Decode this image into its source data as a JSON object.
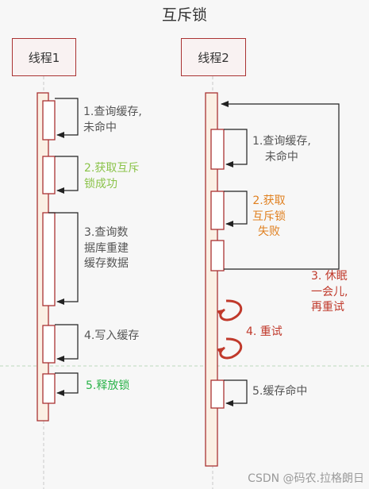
{
  "title": "互斥锁",
  "actors": [
    "线程1",
    "线程2"
  ],
  "thread1_steps": [
    {
      "text": "1.查询缓存,\n未命中",
      "color": "#555555"
    },
    {
      "text": "2.获取互斥\n锁成功",
      "color": "#8bc34a"
    },
    {
      "text": "3.查询数\n据库重建\n缓存数据",
      "color": "#555555"
    },
    {
      "text": "4.写入缓存",
      "color": "#555555"
    },
    {
      "text": "5.释放锁",
      "color": "#2bb34a"
    }
  ],
  "thread2_steps": [
    {
      "text": "1.查询缓存,\n未命中",
      "color": "#555555"
    },
    {
      "text": "2.获取\n互斥锁\n失败",
      "color": "#e08020"
    },
    {
      "text": "3. 休眠\n一会儿,\n再重试",
      "color": "#c0392b"
    },
    {
      "text": "4. 重试",
      "color": "#c0392b"
    },
    {
      "text": "5.缓存命中",
      "color": "#555555"
    }
  ],
  "watermark": "CSDN @码农.拉格朗日"
}
